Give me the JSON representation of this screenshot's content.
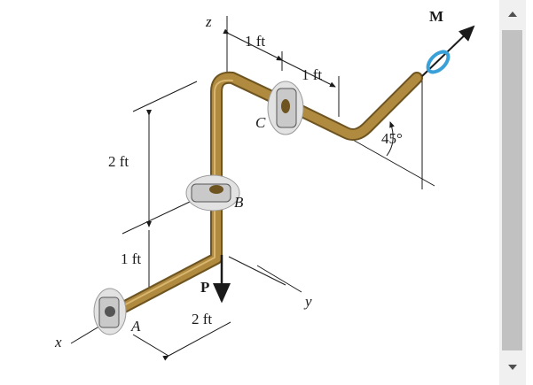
{
  "figure": {
    "axis_z": "z",
    "axis_x": "x",
    "axis_y": "y",
    "dim_top_left": "1 ft",
    "dim_top_right": "1 ft",
    "dim_vertical": "2 ft",
    "dim_lower_vertical": "1 ft",
    "dim_bottom": "2 ft",
    "angle": "45°",
    "support_a": "A",
    "support_b": "B",
    "support_c": "C",
    "force": "P",
    "moment": "M"
  },
  "colors": {
    "pipe": "#b08a3e",
    "pipe_dark": "#6e5420",
    "bearing": "#c9c9c9",
    "line": "#1a1a1a",
    "moment_arc": "#3aa0d8"
  }
}
